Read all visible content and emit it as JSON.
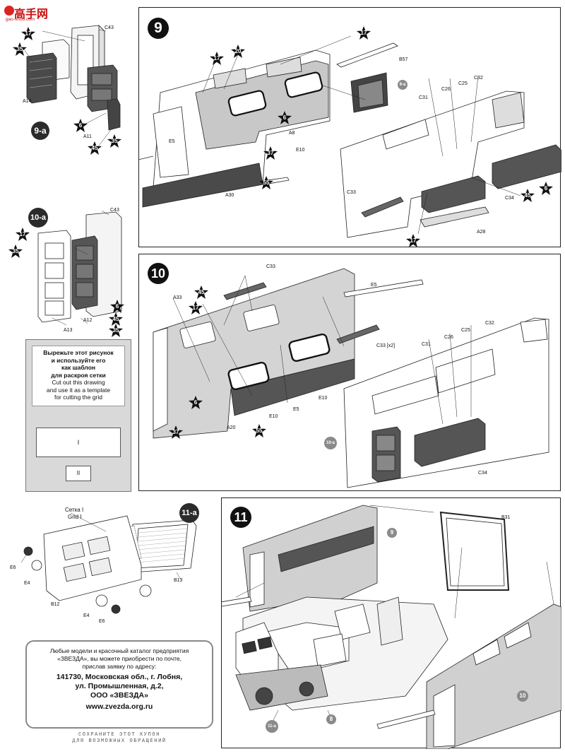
{
  "header": {
    "logo_text": "高手网",
    "logo_url": "gao-shou.com"
  },
  "steps": {
    "step9": "9",
    "step10": "10",
    "step11": "11"
  },
  "subassemblies": {
    "s9a": "9-a",
    "s10a": "10-a",
    "s11a": "11-a"
  },
  "paint_codes": [
    "17",
    "35",
    "6",
    "45",
    "20",
    "37",
    "55"
  ],
  "part_labels": {
    "p9a": [
      "C43",
      "A14",
      "A11"
    ],
    "p9": [
      "B57",
      "C31",
      "C26",
      "C25",
      "C32",
      "E5",
      "A8",
      "E10",
      "A30",
      "C33",
      "C34",
      "A28"
    ],
    "p10a": [
      "C43",
      "A13",
      "A12"
    ],
    "p10": [
      "C33",
      "A33",
      "E5",
      "C33 [x2]",
      "C31",
      "C26",
      "C25",
      "C32",
      "A20",
      "E10",
      "E5",
      "E10",
      "C34"
    ],
    "p11a": [
      "Сетка I",
      "Grid I",
      "E6",
      "E4",
      "B12",
      "E4",
      "E6",
      "B13"
    ],
    "p11": [
      "B31"
    ]
  },
  "ref_circles": {
    "r9a": "9-a",
    "r10a": "10-a",
    "r9": "9",
    "r10": "10",
    "r8": "8",
    "r11a": "11-a"
  },
  "cut_template": {
    "ru_line1": "Вырежьте этот рисунок",
    "ru_line2": "и используйте его",
    "ru_line3": "как шаблон",
    "ru_line4": "для раскроя сетки",
    "en_line1": "Cut out this drawing",
    "en_line2": "and use it as a template",
    "en_line3": "for cutting the grid",
    "grid1": "I",
    "grid2": "II"
  },
  "coupon": {
    "line1": "Любые модели и красочный каталог предприятия",
    "line2": "«ЗВЕЗДА», вы можете приобрести по почте,",
    "line3": "прислав заявку по адресу:",
    "addr1": "141730, Московская обл., г. Лобня,",
    "addr2": "ул. Промышленная, д.2,",
    "addr3": "ООО «ЗВЕЗДА»",
    "web": "www.zvezda.org.ru",
    "foot1": "СОХРАНИТЕ ЭТОТ КУПОН",
    "foot2": "ДЛЯ ВОЗМОЖНЫХ ОБРАЩЕНИЙ"
  }
}
